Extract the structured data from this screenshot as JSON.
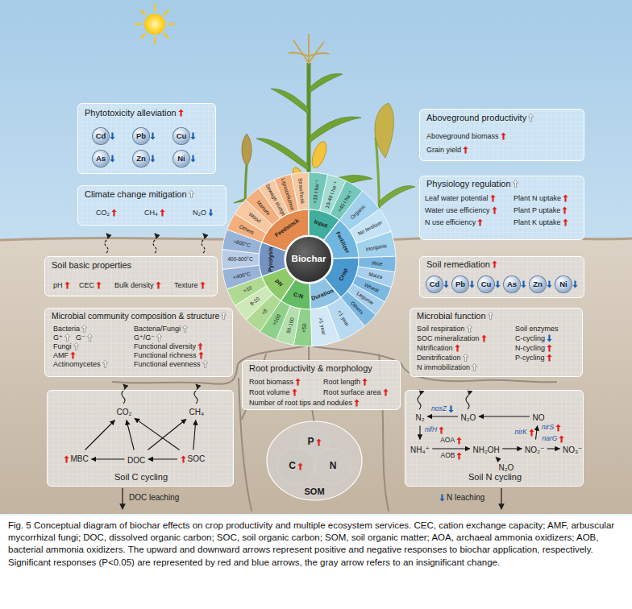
{
  "diagram": {
    "caption": "Fig. 5 Conceptual diagram of biochar effects on crop productivity and multiple ecosystem services. CEC, cation exchange capacity; AMF, arbuscular mycorrhizal fungi; DOC, dissolved organic carbon; SOC, soil organic carbon; SOM, soil organic matter; AOA, archaeal ammonia oxidizers; AOB, bacterial ammonia oxidizers. The upward and downward arrows represent positive and negative responses to biochar application, respectively. Significant responses (P<0.05) are represented by red and blue arrows, the gray arrow refers to an insignificant change.",
    "nodes": [
      {
        "text": [
          "Phytotoxicity alleviation"
        ]
      },
      {
        "text": [
          "Cd"
        ],
        "in": 0
      },
      {
        "text": [
          "Pb"
        ],
        "in": 0
      },
      {
        "text": [
          "Cu"
        ],
        "in": 0
      },
      {
        "text": [
          "As"
        ],
        "in": 0
      },
      {
        "text": [
          "Zn"
        ],
        "in": 0
      },
      {
        "text": [
          "Ni"
        ],
        "in": 0
      },
      {
        "text": [
          "Climate change mitigation",
          "CO₂",
          "CH₄",
          "N₂O"
        ]
      },
      {
        "text": [
          "Soil basic properties",
          "pH",
          "CEC",
          "Bulk density",
          "Texture"
        ]
      },
      {
        "text": [
          "Microbial community composition & structure",
          "Bacteria",
          "G⁺",
          "G⁻",
          "Fungi",
          "AMF",
          "Actinomycetes",
          "Bacteria/Fungi",
          "G⁺/G⁻",
          "Functional diversity",
          "Functional richness",
          "Functional evenness"
        ]
      },
      {
        "text": [
          "Soil C cycling"
        ]
      },
      {
        "text": [
          "CO₂"
        ],
        "in": 10
      },
      {
        "text": [
          "CH₄"
        ],
        "in": 10
      },
      {
        "text": [
          "MBC"
        ],
        "in": 10
      },
      {
        "text": [
          "DOC"
        ],
        "in": 10
      },
      {
        "text": [
          "SOC"
        ],
        "in": 10
      },
      {
        "text": [
          "Root productivity & morphology",
          "Root biomass",
          "Root length",
          "Root volume",
          "Root surface area",
          "Number of root tips and nodules"
        ]
      },
      {
        "text": [
          "SOM"
        ]
      },
      {
        "text": [
          "P"
        ],
        "in": 17
      },
      {
        "text": [
          "C"
        ],
        "in": 17
      },
      {
        "text": [
          "N"
        ],
        "in": 17
      },
      {
        "text": [
          "Aboveground productivity",
          "Aboveground biomass",
          "Grain yield"
        ]
      },
      {
        "text": [
          "Physiology regulation",
          "Leaf water potential",
          "Water use efficiency",
          "N use efficiency",
          "Plant N uptake",
          "Plant P uptake",
          "Plant K uptake"
        ]
      },
      {
        "text": [
          "Soil remediation"
        ]
      },
      {
        "text": [
          "Cd"
        ],
        "in": 23
      },
      {
        "text": [
          "Pb"
        ],
        "in": 23
      },
      {
        "text": [
          "Cu"
        ],
        "in": 23
      },
      {
        "text": [
          "As"
        ],
        "in": 23
      },
      {
        "text": [
          "Zn"
        ],
        "in": 23
      },
      {
        "text": [
          "Ni"
        ],
        "in": 23
      },
      {
        "text": [
          "Microbial function",
          "Soil respiration",
          "SOC mineralization",
          "Nitrification",
          "Denitrification",
          "N immobilization",
          "Soil enzymes",
          "C-cycling",
          "N-cycling",
          "P-cycling"
        ]
      },
      {
        "text": [
          "Soil N cycling"
        ]
      },
      {
        "text": [
          "N₂"
        ],
        "in": 31
      },
      {
        "text": [
          "N₂O"
        ],
        "in": 31
      },
      {
        "text": [
          "NO"
        ],
        "in": 31
      },
      {
        "text": [
          "NH₄⁺"
        ],
        "in": 31
      },
      {
        "text": [
          "NH₂OH"
        ],
        "in": 31
      },
      {
        "text": [
          "NO₂⁻"
        ],
        "in": 31
      },
      {
        "text": [
          "NO₃⁻"
        ],
        "in": 31
      },
      {
        "text": [
          "N₂O"
        ],
        "in": 31
      },
      {
        "text": [
          "Biochar"
        ]
      }
    ],
    "edges": [
      {
        "from": 14,
        "to": 13,
        "arrow": "to"
      },
      {
        "from": 15,
        "to": 14,
        "arrow": "to"
      },
      {
        "from": 13,
        "to": 11,
        "arrow": "to"
      },
      {
        "from": 14,
        "to": 11,
        "arrow": "to"
      },
      {
        "from": 14,
        "to": 12,
        "arrow": "to"
      },
      {
        "from": 15,
        "to": 11,
        "arrow": "to"
      },
      {
        "from": 15,
        "to": 12,
        "arrow": "to"
      },
      {
        "from": 33,
        "to": 32,
        "label": "nosZ",
        "arrow": "to"
      },
      {
        "from": 34,
        "to": 33,
        "arrow": "to"
      },
      {
        "from": 37,
        "to": 34,
        "label": "nirK",
        "arrow": "to"
      },
      {
        "from": 32,
        "to": 35,
        "label": "nifH",
        "arrow": "to"
      },
      {
        "from": 35,
        "to": 36,
        "label": "AOA",
        "arrow": "to"
      },
      {
        "from": 36,
        "to": 37,
        "arrow": "to"
      },
      {
        "from": 36,
        "to": 39,
        "arrow": "to"
      },
      {
        "from": 37,
        "to": 38,
        "label": "narG",
        "arrow": "to"
      }
    ],
    "labels": [
      "DOC leaching",
      "N leaching",
      "AOB",
      "nirS",
      "Feedstock",
      "Others",
      "Wood",
      "Manure",
      "Sewage sludge",
      "Lignocellulose",
      "Straw/husk",
      "Input",
      "<10 t ha⁻¹",
      "10-40 t ha⁻¹",
      ">40 t ha⁻¹",
      "Fertilizer",
      "Organic",
      "No fertilizer",
      "Inorganic",
      "Crop",
      "Rice",
      "Maize",
      "Wheat",
      "Legume",
      "Others",
      "Duration",
      "<1 year",
      ">1 year",
      "C:N",
      "<50",
      "50-100",
      ">100",
      "pH",
      "<8",
      "8-10",
      ">10",
      "Pyrolysis",
      "<400°C",
      "400-600°C",
      ">600°C"
    ]
  }
}
